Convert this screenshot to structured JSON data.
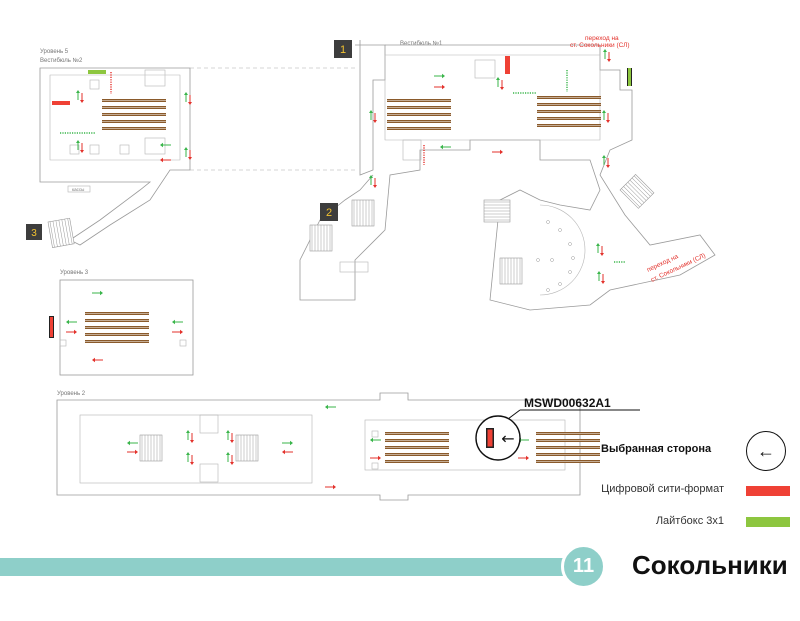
{
  "plan": {
    "level5_label": "Уровень 5",
    "vestibule2_label": "Вестибюль №2",
    "vestibule1_label": "Вестибюль №1",
    "cash_label": "кассы",
    "level3_label": "Уровень 3",
    "level2_label": "Уровень 2",
    "transfer_top_line1": "переход на",
    "transfer_top_line2": "ст. Сокольники (СЛ)",
    "transfer_right_line1": "переход на",
    "transfer_right_line2": "ст. Сокольники (СЛ)",
    "exit_1": "1",
    "exit_2": "2",
    "exit_3": "3",
    "selected_code": "MSWD00632A1",
    "selected_arrow": "←"
  },
  "legend": {
    "selected_side_label": "Выбранная сторона",
    "selected_side_icon": "arrow-left-icon",
    "selected_side_glyph": "←",
    "digital_label": "Цифровой сити-формат",
    "digital_color": "#ef4135",
    "lightbox_label": "Лайтбокс 3x1",
    "lightbox_color": "#8dc63f"
  },
  "footer": {
    "line_number": "11",
    "line_color": "#8ecfc9",
    "station_name": "Сокольники"
  },
  "colors": {
    "escalator": "#8a5a2b",
    "arrow_green": "#39b54a",
    "arrow_red": "#e3312b",
    "exit_box": "#3d3d3d",
    "exit_text": "#f2c230"
  }
}
